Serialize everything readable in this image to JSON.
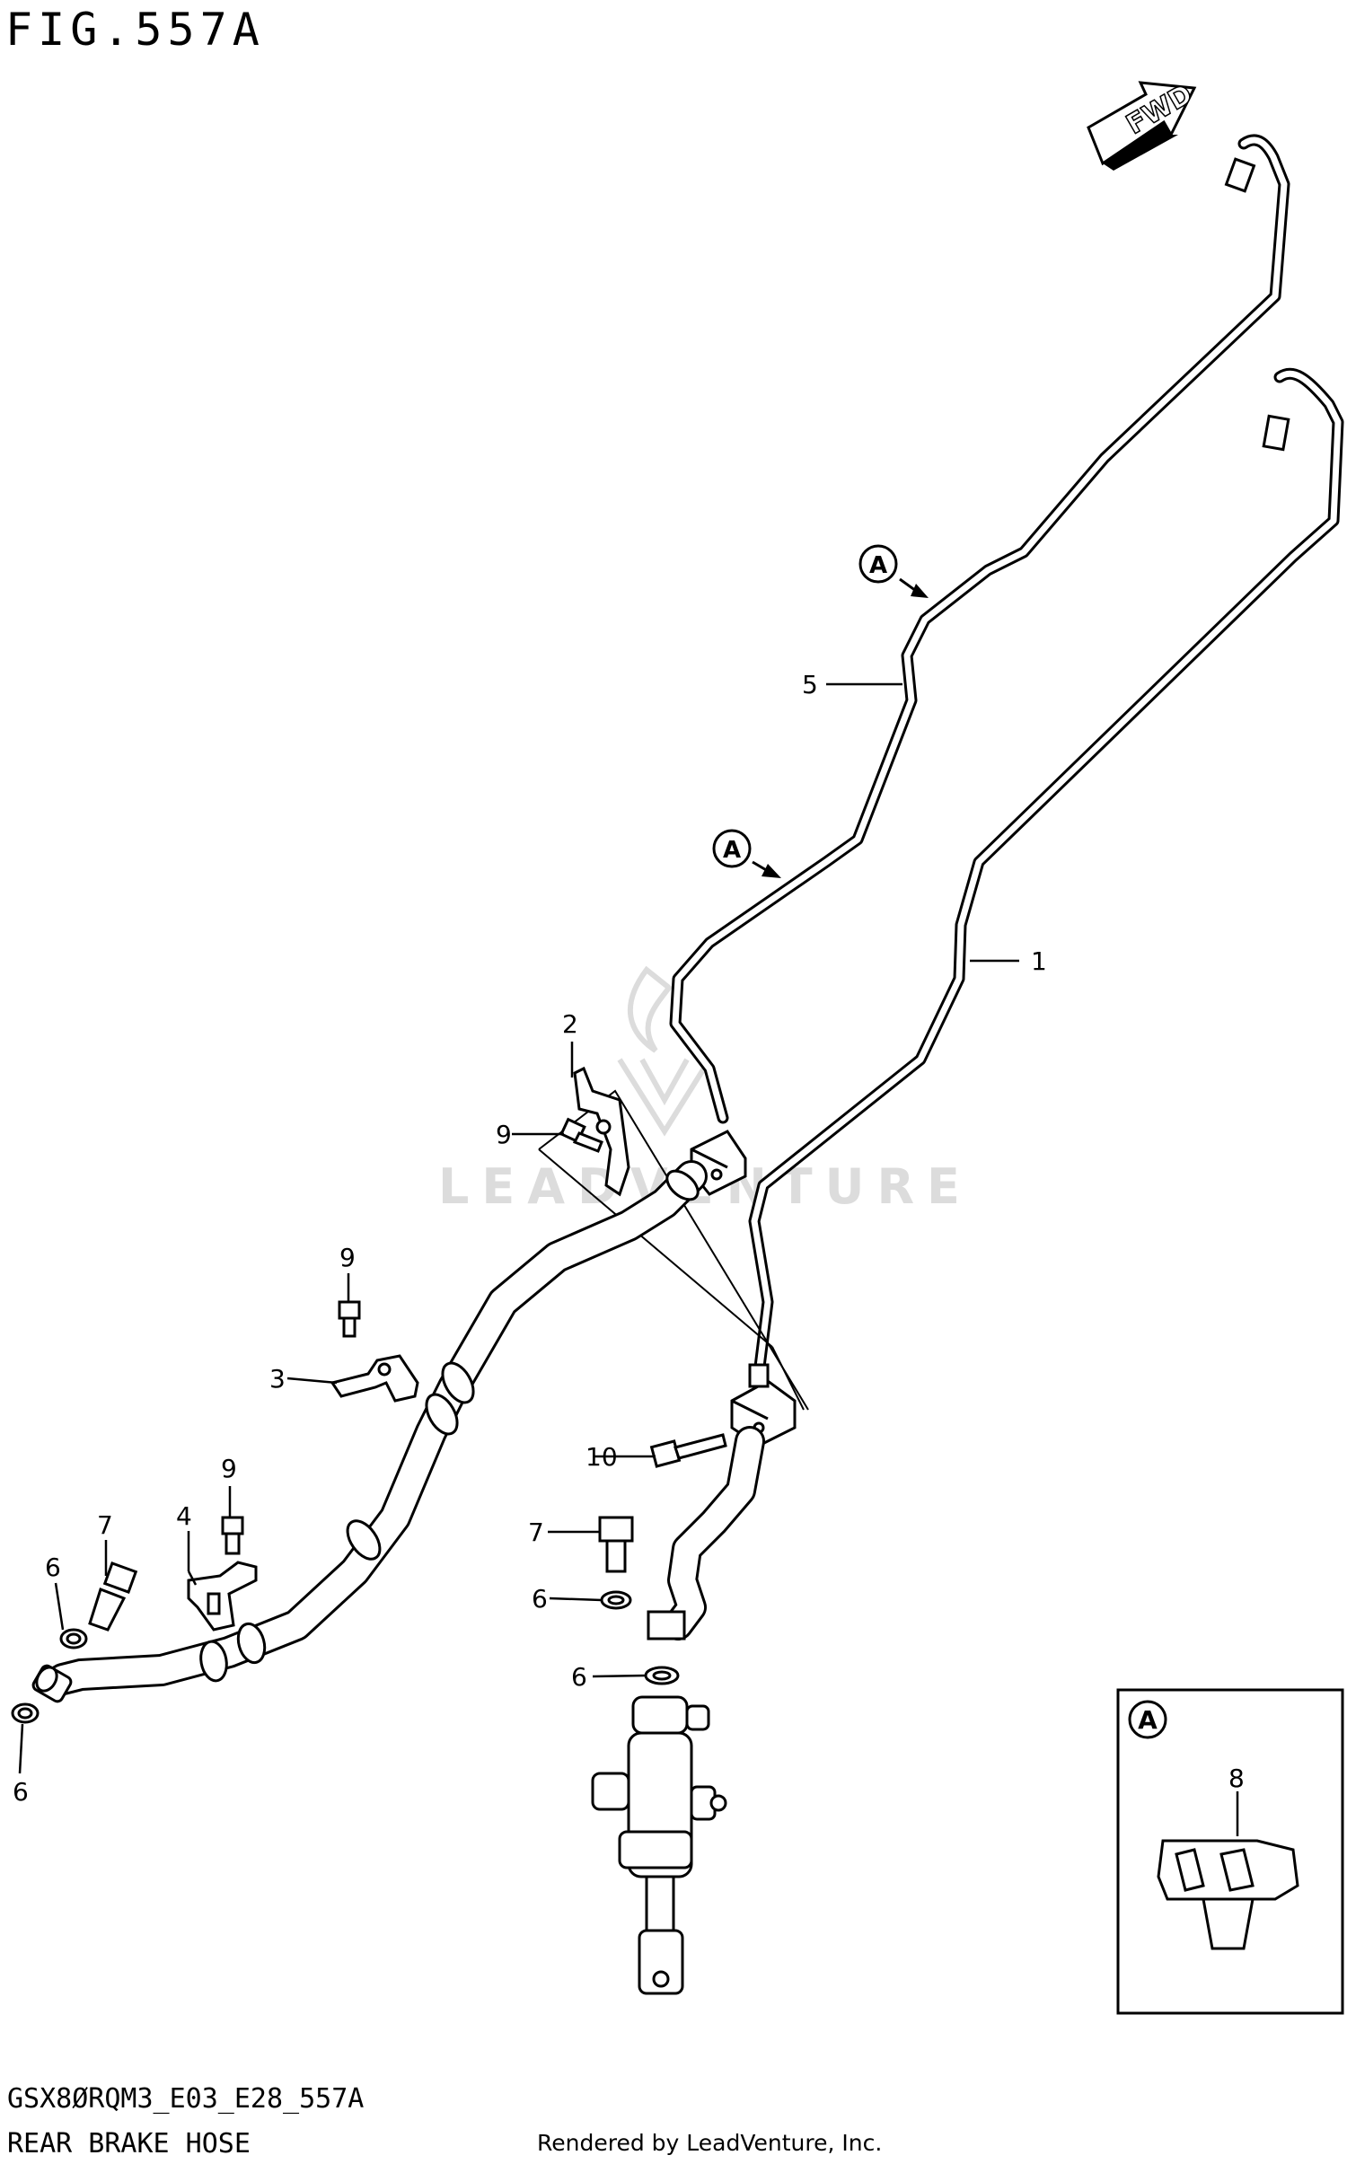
{
  "header": {
    "title": "FIG.557A"
  },
  "footer": {
    "model_code": "GSX8ØRQM3_E03_E28_557A",
    "caption": "REAR BRAKE HOSE",
    "rendered_by": "Rendered by LeadVenture, Inc."
  },
  "watermark": {
    "text": "LEADVENTURE"
  },
  "fwd_label": "FWD",
  "detail_marker": "A",
  "callouts": {
    "c1": "1",
    "c2": "2",
    "c3": "3",
    "c4": "4",
    "c5": "5",
    "c6a": "6",
    "c6b": "6",
    "c6c": "6",
    "c6d": "6",
    "c7a": "7",
    "c7b": "7",
    "c8": "8",
    "c9a": "9",
    "c9b": "9",
    "c9c": "9",
    "c10": "10"
  },
  "colors": {
    "line": "#000000",
    "watermark": "#dcdcdc",
    "background": "#ffffff"
  }
}
